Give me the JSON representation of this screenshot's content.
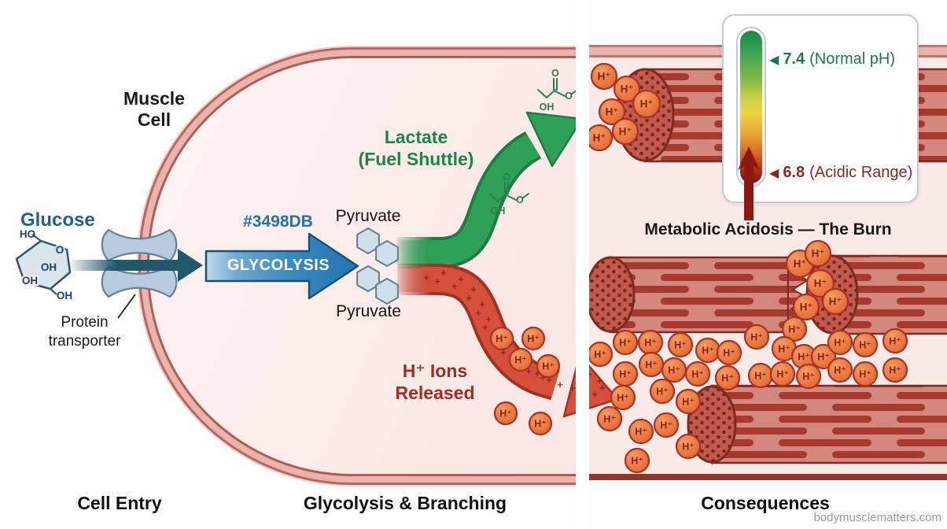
{
  "diagram": {
    "cell": {
      "label": "Muscle Cell"
    },
    "entry": {
      "glucose": "Glucose",
      "transporter": "Protein transporter",
      "glucose_atoms": {
        "a1": "HO",
        "a2": "O",
        "a3": "OH",
        "a4": "OH",
        "a5": "OH"
      }
    },
    "glycolysis": {
      "hex_color": "#3498DB",
      "arrow": "GLYCOLYSIS",
      "pyruvate_top": "Pyruvate",
      "pyruvate_bottom": "Pyruvate"
    },
    "branches": {
      "lactate_line1": "Lactate",
      "lactate_line2": "(Fuel Shuttle)",
      "hions_line1": "H⁺ Ions",
      "hions_line2": "Released",
      "plus_mark": "+",
      "lactate_atoms": {
        "o_top": "O",
        "o_right": "O",
        "oh": "OH"
      }
    },
    "consequences": {
      "headline": "Metabolic Acidosis — The Burn",
      "h_ion": "H⁺",
      "ph_gauge": {
        "pointer_icon": "◀",
        "normal_value": "7.4",
        "normal_label": "(Normal pH)",
        "acidic_value": "6.8",
        "acidic_label": "(Acidic Range)"
      }
    },
    "sections": {
      "left": "Cell Entry",
      "middle": "Glycolysis & Branching",
      "right": "Consequences"
    },
    "watermark": "bodymusclematters.com",
    "colors": {
      "glycolysis_blue": "#2E86C1",
      "lactate_green": "#2FA058",
      "acid_red": "#D5503A",
      "membrane_pink": "#EAB4AE",
      "ion_orange": "#E8703F",
      "normal_ph_green": "#1D7A45",
      "acidic_ph_red": "#8E2620"
    }
  }
}
